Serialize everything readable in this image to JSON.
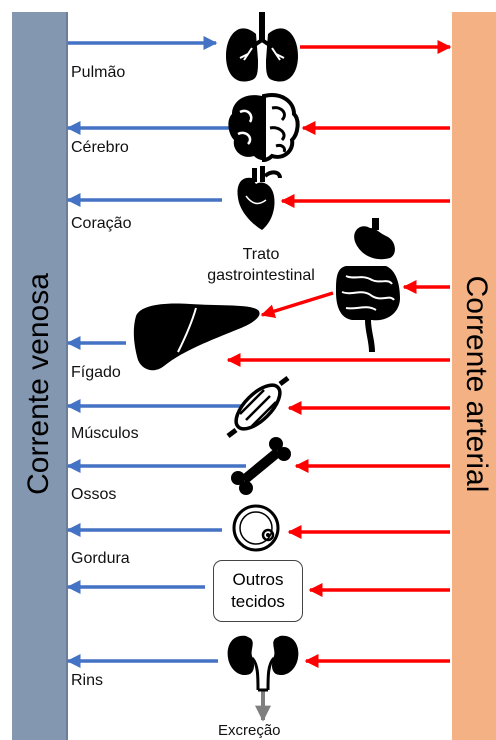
{
  "bars": {
    "venous": "Corrente venosa",
    "arterial": "Corrente arterial"
  },
  "organs": {
    "lung": "Pulmão",
    "brain": "Cérebro",
    "heart": "Coração",
    "gi_line1": "Trato",
    "gi_line2": "gastrointestinal",
    "liver": "Fígado",
    "muscles": "Músculos",
    "bones": "Ossos",
    "fat": "Gordura",
    "other_line1": "Outros",
    "other_line2": "tecidos",
    "kidneys": "Rins",
    "excretion": "Excreção"
  },
  "colors": {
    "venous_bar": "#8497b0",
    "arterial_bar": "#f4b183",
    "venous_arrow": "#4472c4",
    "arterial_arrow": "#ff0000",
    "excretion_arrow": "#7f7f7f"
  },
  "icons": [
    "lungs-icon",
    "brain-icon",
    "heart-icon",
    "stomach-intestine-icon",
    "liver-icon",
    "muscle-icon",
    "bone-icon",
    "fat-cell-icon",
    "kidneys-icon"
  ]
}
